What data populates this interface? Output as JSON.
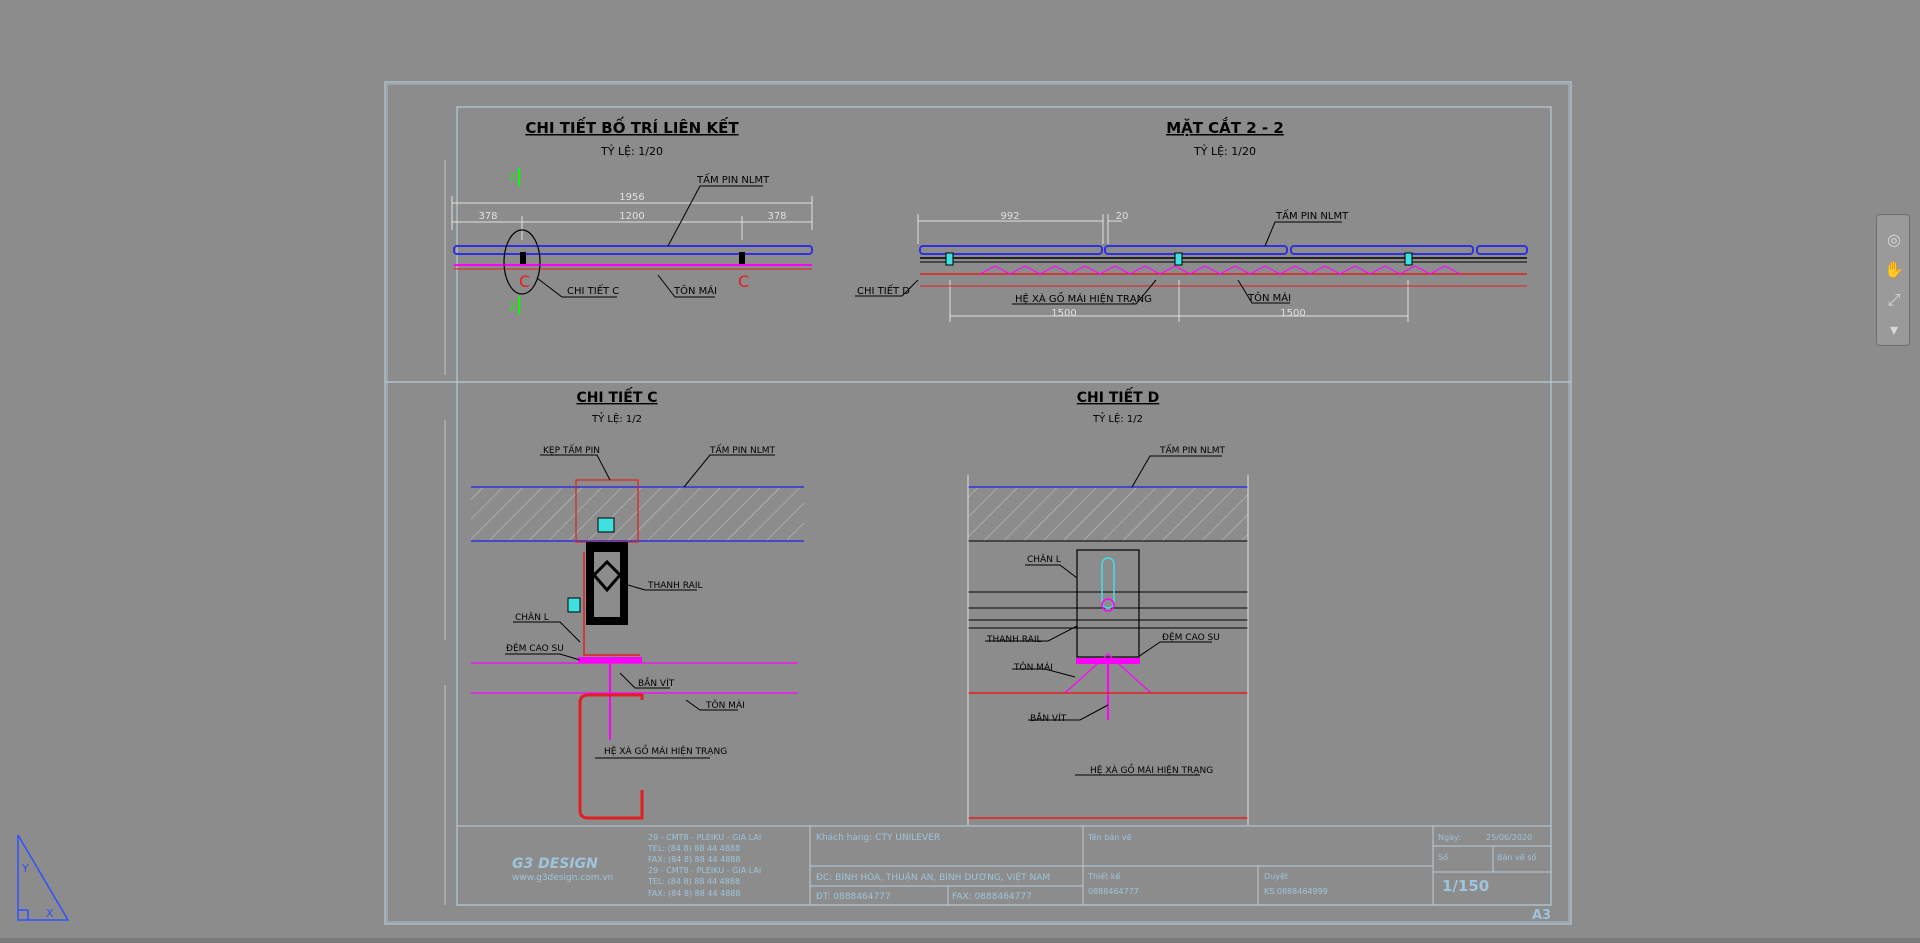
{
  "drawing": {
    "colors": {
      "background": "#8c8c8c",
      "frame": "#b7cbd8",
      "ink": "#000000",
      "panel": "#3030e0",
      "roof": "#e02020",
      "rubber": "#ff00ff",
      "dim": "#e0e0e0",
      "accent_green": "#00ff00",
      "accent_cyan": "#40e0e0"
    },
    "views": {
      "top_left": {
        "title": "CHI TIẾT BỐ TRÍ LIÊN KẾT",
        "scale": "TỶ LỆ: 1/20",
        "dims": [
          "1956",
          "378",
          "1200",
          "378"
        ],
        "labels": [
          "TẤM PIN NLMT",
          "CHI TIẾT C",
          "TÔN MÁI"
        ],
        "section_marks": [
          "2",
          "2"
        ]
      },
      "top_right": {
        "title": "MẶT CẮT 2 - 2",
        "scale": "TỶ LỆ: 1/20",
        "dims": [
          "992",
          "20",
          "1500",
          "1500"
        ],
        "labels": [
          "TẤM PIN NLMT",
          "CHI TIẾT D",
          "HỆ XÀ GỒ MÁI HIỆN TRẠNG",
          "TÔN MÁI"
        ]
      },
      "detail_c": {
        "title": "CHI TIẾT C",
        "scale": "TỶ LỆ: 1/2",
        "labels": [
          "KẸP TẤM PIN",
          "TẤM PIN NLMT",
          "THANH RAIL",
          "CHÂN L",
          "ĐỆM CAO SU",
          "BẮN VÍT",
          "TÔN MÁI",
          "HỆ XÀ GỒ MÁI HIỆN TRẠNG"
        ]
      },
      "detail_d": {
        "title": "CHI TIẾT D",
        "scale": "TỶ LỆ: 1/2",
        "labels": [
          "TẤM PIN NLMT",
          "CHÂN L",
          "THANH RAIL",
          "ĐỆM CAO SU",
          "TÔN MÁI",
          "BẮN VÍT",
          "HỆ XÀ GỒ MÁI HIỆN TRẠNG"
        ]
      }
    },
    "title_block": {
      "company": "G3 DESIGN",
      "website": "www.g3design.com.vn",
      "addresses": [
        "29 - CMT8 - PLEIKU - GIA LAI",
        "TEL:   (84 8) 88 44 4888",
        "FAX:   (84 8) 88 44 4888",
        "29 - CMT8 - PLEIKU - GIA LAI",
        "TEL:   (84 8) 88 44 4888",
        "FAX:   (84 8) 88 44 4888"
      ],
      "customer": "Khách hàng: CTY UNILEVER",
      "address": "ĐC: BÌNH HÒA, THUẬN AN, BÌNH DƯƠNG, VIỆT NAM",
      "phone": "ĐT: 0888464777",
      "fax": "FAX: 0888464777",
      "drawing_name_label": "Tên bản vẽ",
      "designer_label": "Thiết kế",
      "designer_value": "0888464777",
      "approver_label": "Duyệt",
      "approver_value": "KS.0888464999",
      "date_label": "Ngày:",
      "date_value": "25/06/2020",
      "sheet_label": "Số",
      "sheet_no_label": "Bản vẽ số",
      "scale": "1/150",
      "paper": "A3"
    }
  },
  "nav_icons": [
    "orbit-icon",
    "pan-hand-icon",
    "zoom-extents-icon",
    "nav-options-icon"
  ],
  "ucs": {
    "y": "Y",
    "x": "X"
  }
}
